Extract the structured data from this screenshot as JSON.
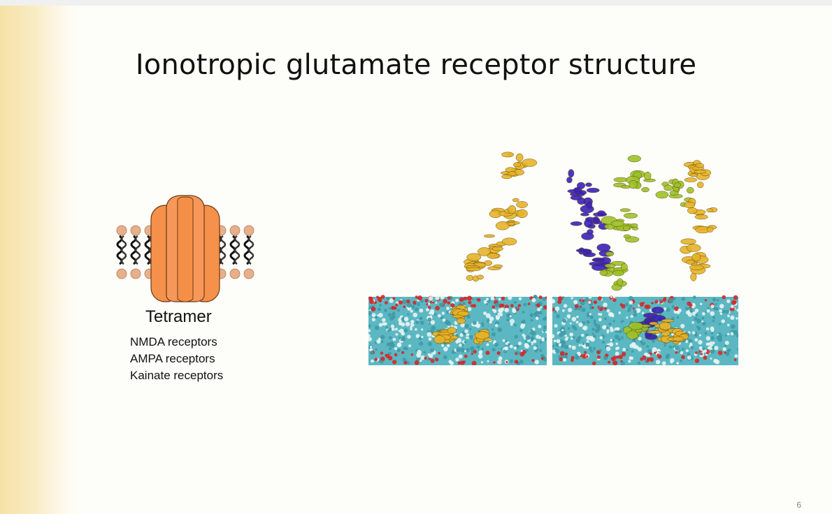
{
  "slide": {
    "title": "Ionotropic glutamate receptor structure",
    "diagram_label": "Tetramer",
    "receptor_types": [
      "NMDA receptors",
      "AMPA receptors",
      "Kainate receptors"
    ],
    "page_number": "6"
  },
  "colors": {
    "side_band": "#f6e2a6",
    "channel": "#f5914a",
    "lipid_head": "#e8b08a",
    "membrane": "#58b8c0",
    "oxygen": "#d42828",
    "protein_gold": "#e6b32a",
    "protein_green": "#9dc22a",
    "protein_blue": "#3a22b8"
  },
  "icons": {
    "channel_diagram": "ion-channel-icon",
    "left_model": "protein-monomer-image",
    "right_model": "protein-tetramer-image"
  }
}
